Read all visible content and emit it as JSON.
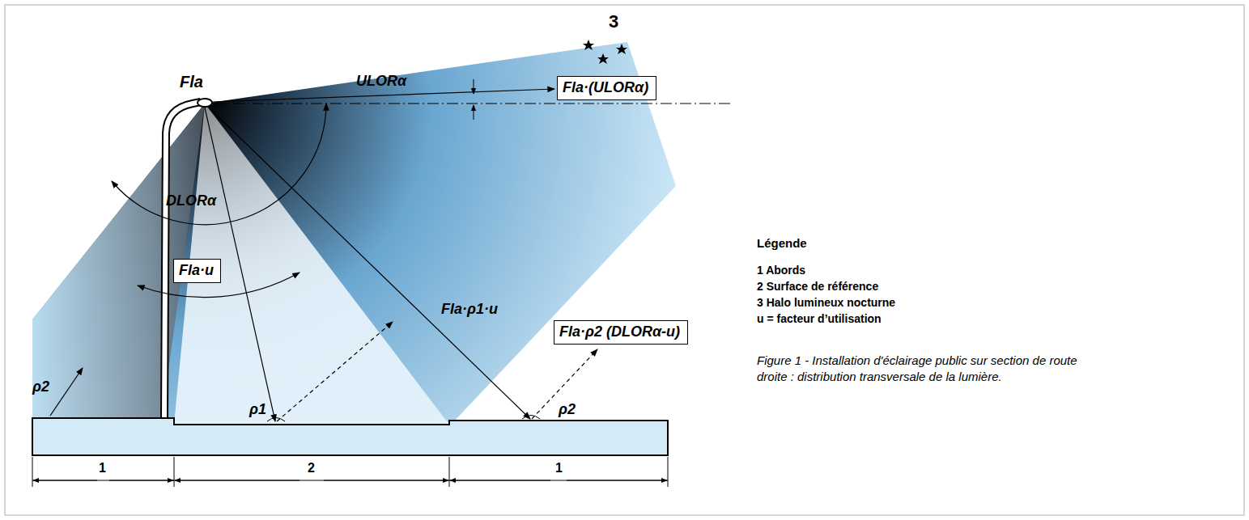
{
  "diagram": {
    "caption": "Figure 1 - Installation d'éclairage public sur section de route droite : distribution transversale de la lumière.",
    "nodes": [
      {
        "text": [
          "Fla·(ULORα)"
        ]
      },
      {
        "text": [
          "Fla·u"
        ]
      },
      {
        "text": [
          "Fla·ρ2 (DLORα-u)"
        ]
      }
    ],
    "labels": [
      "Fla",
      "ULORα",
      "DLORα",
      "Fla·ρ1·u",
      "ρ2",
      "ρ1",
      "ρ2",
      "1",
      "2",
      "1",
      "3",
      "Légende"
    ],
    "legend": [
      {
        "text": "1 Abords"
      },
      {
        "text": "2 Surface de référence"
      },
      {
        "text": "3 Halo lumineux nocturne"
      },
      {
        "text": "u = facteur d’utilisation"
      }
    ]
  }
}
